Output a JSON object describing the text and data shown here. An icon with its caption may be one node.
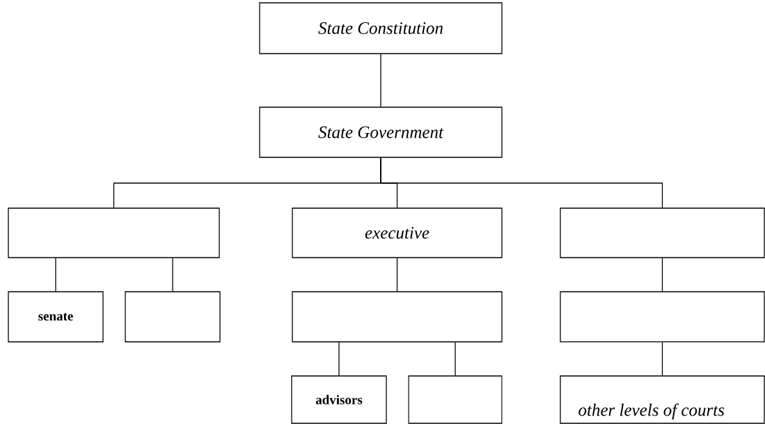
{
  "diagram": {
    "nodes": [
      {
        "text": [
          "State Constitution"
        ]
      },
      {
        "text": [
          "State Government"
        ]
      },
      {
        "text": [],
        "shape": "box"
      },
      {
        "text": [
          "executive"
        ]
      },
      {
        "text": [],
        "shape": "box"
      },
      {
        "text": [
          "senate"
        ]
      },
      {
        "text": [],
        "shape": "box"
      },
      {
        "text": [],
        "shape": "box"
      },
      {
        "text": [
          "advisors"
        ]
      },
      {
        "text": [],
        "shape": "box"
      },
      {
        "text": [],
        "shape": "box"
      },
      {
        "text": [
          "other levels of courts"
        ]
      }
    ],
    "edges": [
      {
        "from": 0,
        "to": 1,
        "arrow": "none"
      },
      {
        "from": 1,
        "to": 2,
        "arrow": "none"
      },
      {
        "from": 1,
        "to": 3,
        "arrow": "none"
      },
      {
        "from": 1,
        "to": 4,
        "arrow": "none"
      },
      {
        "from": 2,
        "to": 5,
        "arrow": "none"
      },
      {
        "from": 2,
        "to": 6,
        "arrow": "none"
      },
      {
        "from": 3,
        "to": 7,
        "arrow": "none"
      },
      {
        "from": 7,
        "to": 8,
        "arrow": "none"
      },
      {
        "from": 7,
        "to": 9,
        "arrow": "none"
      },
      {
        "from": 4,
        "to": 10,
        "arrow": "none"
      },
      {
        "from": 10,
        "to": 11,
        "arrow": "none"
      }
    ]
  }
}
